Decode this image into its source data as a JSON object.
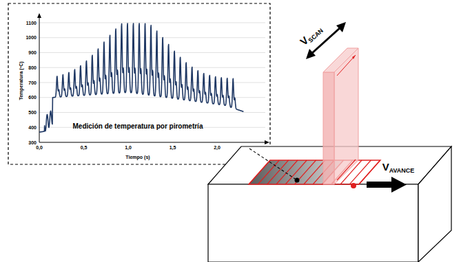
{
  "diagram": {
    "labels": [
      "1100",
      "1000",
      "900",
      "800",
      "700",
      "600",
      "500",
      "400",
      "300",
      "0,0",
      "0,5",
      "1,0",
      "1,5",
      "2,0",
      "Temperatura (ºC)",
      "Tiempo (s)",
      "Medición de temperatura por pirometría",
      "V",
      "SCAN",
      "V",
      "AVANCE"
    ]
  }
}
